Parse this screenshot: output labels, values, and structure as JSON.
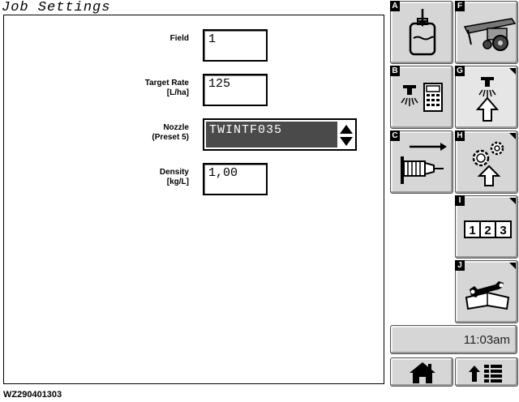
{
  "header": {
    "title": "Job Settings"
  },
  "form": {
    "field": {
      "label": "Field",
      "value": "1"
    },
    "target_rate": {
      "label": "Target Rate",
      "unit": "[L/ha]",
      "value": "125"
    },
    "nozzle": {
      "label": "Nozzle",
      "sub": "(Preset 5)",
      "value": "TWINTF035"
    },
    "density": {
      "label": "Density",
      "unit": "[kg/L]",
      "value": "1,00"
    }
  },
  "softkeys": [
    {
      "letter": "A",
      "icon": "tank-fill-icon"
    },
    {
      "letter": "F",
      "icon": "sprayer-machine-icon"
    },
    {
      "letter": "B",
      "icon": "nozzle-calculator-icon"
    },
    {
      "letter": "G",
      "icon": "nozzle-up-arrow-icon",
      "active": true
    },
    {
      "letter": "C",
      "icon": "flow-meter-icon"
    },
    {
      "letter": "H",
      "icon": "gears-up-arrow-icon"
    },
    {
      "letter": "I",
      "icon": "counter-123-icon"
    },
    {
      "letter": "J",
      "icon": "wrench-manual-icon"
    }
  ],
  "counter_digits": [
    "1",
    "2",
    "3"
  ],
  "status": {
    "time": "11:03am"
  },
  "nav": {
    "home_icon": "home-icon",
    "menu_icon": "menu-up-icon"
  },
  "footer": {
    "figure_id": "WZ290401303"
  }
}
